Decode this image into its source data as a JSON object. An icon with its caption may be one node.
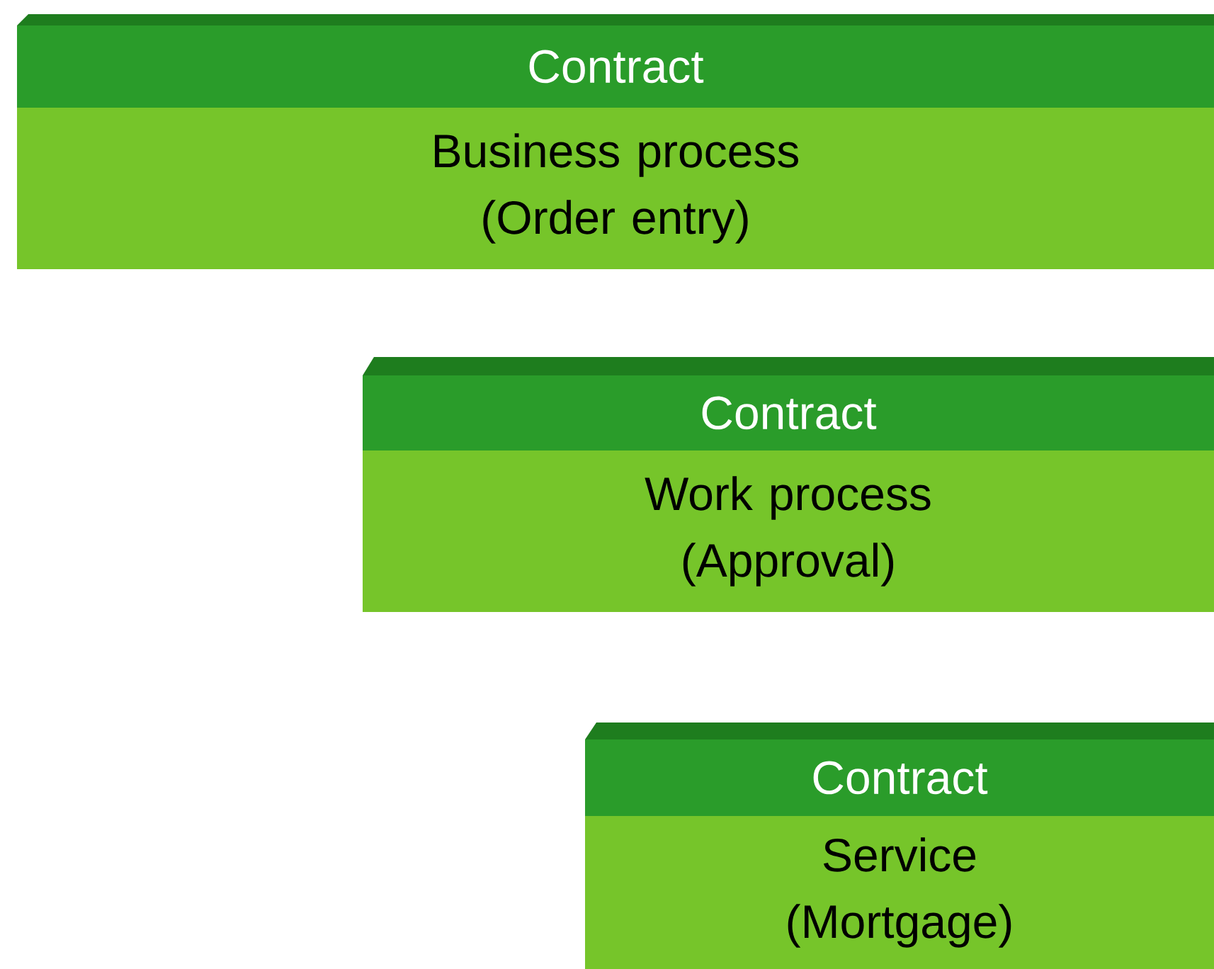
{
  "diagram": {
    "nodes": [
      {
        "text": [
          "Contract",
          "Business process (Order entry)"
        ]
      },
      {
        "text": [
          "Contract",
          "Work process (Approval)"
        ]
      },
      {
        "text": [
          "Contract",
          "Service (Mortgage)"
        ]
      }
    ]
  }
}
